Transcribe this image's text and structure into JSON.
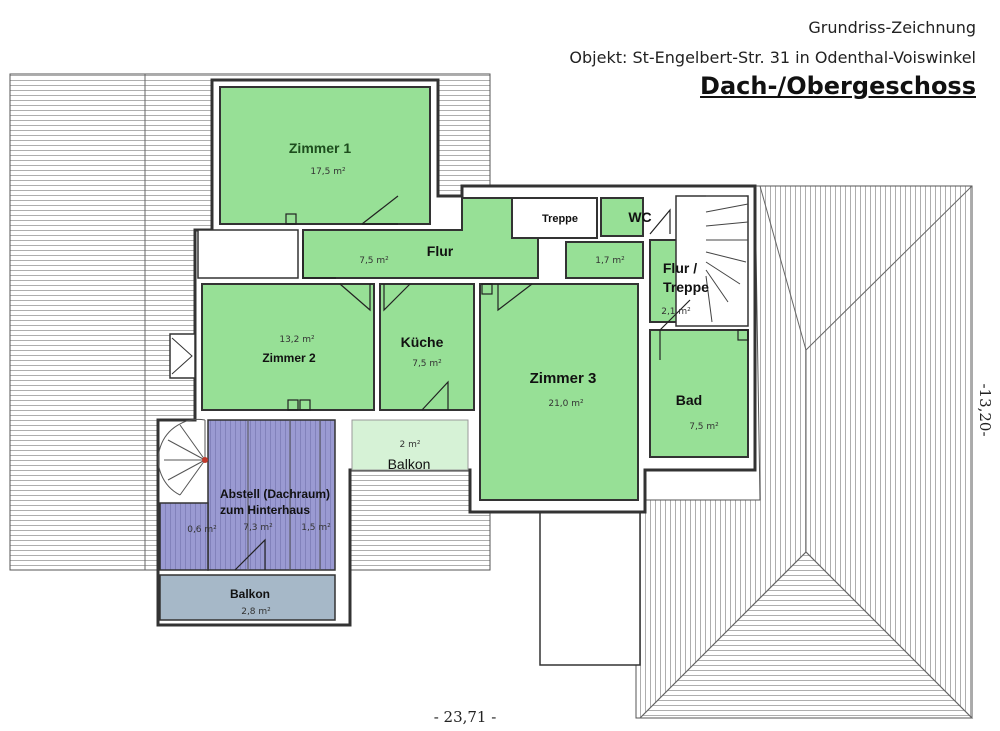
{
  "header": {
    "line1": "Grundriss-Zeichnung",
    "line2": "Objekt: St-Engelbert-Str. 31 in Odenthal-Voiswinkel",
    "line3": "Dach-/Obergeschoss"
  },
  "rooms": {
    "zimmer1": {
      "name": "Zimmer 1",
      "area": "17,5 m²"
    },
    "flur": {
      "name": "Flur",
      "area": "7,5 m²"
    },
    "treppe": {
      "name": "Treppe"
    },
    "wc": {
      "name": "WC",
      "area": "1,7 m²"
    },
    "flur_treppe": {
      "name_1": "Flur /",
      "name_2": "Treppe",
      "area": "2,1 m²"
    },
    "zimmer2": {
      "name": "Zimmer 2",
      "area": "13,2 m²"
    },
    "kueche": {
      "name": "Küche",
      "area": "7,5 m²"
    },
    "zimmer3": {
      "name": "Zimmer 3",
      "area": "21,0 m²"
    },
    "bad": {
      "name": "Bad",
      "area": "7,5 m²"
    },
    "balkon1": {
      "name": "Balkon",
      "area": "2 m²"
    },
    "abstell": {
      "name_1": "Abstell (Dachraum)",
      "name_2": "zum Hinterhaus",
      "area_a": "0,6 m²",
      "area_b": "7,3 m²",
      "area_c": "1,5 m²"
    },
    "balkon2": {
      "name": "Balkon",
      "area": "2,8 m²"
    }
  },
  "dimensions": {
    "width": "- 23,71 -",
    "depth": "-13,20-"
  },
  "colors": {
    "room_green": "#97e096",
    "light_green": "#d6f2d6",
    "storage_purple": "#9a9ad2",
    "balcony_blue": "#a6b8c8",
    "roof_line": "#8a8a8a"
  }
}
